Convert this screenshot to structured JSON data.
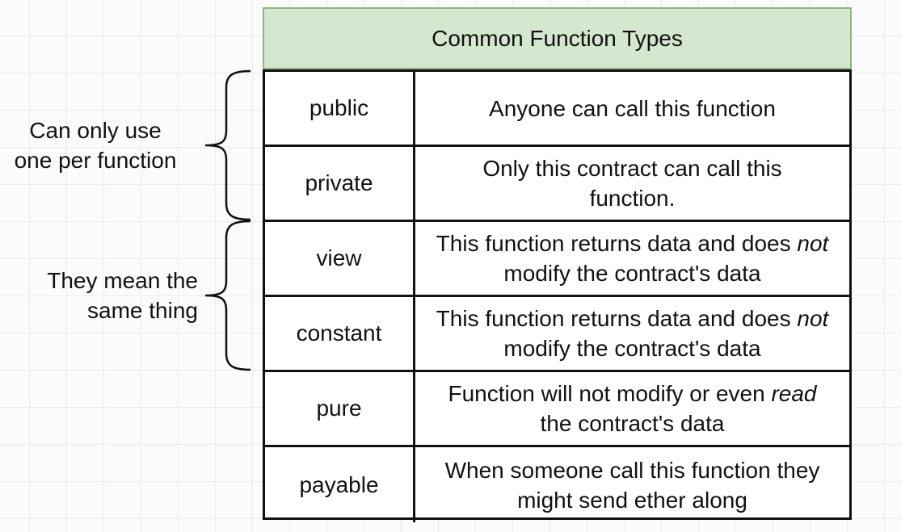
{
  "title": "Common Function Types",
  "rows": [
    {
      "type": "public",
      "desc_pre": "Anyone can call this function",
      "desc_em": "",
      "desc_post": ""
    },
    {
      "type": "private",
      "desc_pre": "Only this contract can call this function.",
      "desc_em": "",
      "desc_post": ""
    },
    {
      "type": "view",
      "desc_pre": "This function returns data and does ",
      "desc_em": "not",
      "desc_post": " modify the contract's data"
    },
    {
      "type": "constant",
      "desc_pre": "This function returns data and does ",
      "desc_em": "not",
      "desc_post": " modify the contract's data"
    },
    {
      "type": "pure",
      "desc_pre": "Function will not modify or even ",
      "desc_em": "read",
      "desc_post": " the contract's data"
    },
    {
      "type": "payable",
      "desc_pre": "When someone call this function they might send ether along",
      "desc_em": "",
      "desc_post": ""
    }
  ],
  "annotations": {
    "top_line1": "Can only use",
    "top_line2": "one per function",
    "bottom_line1": "They mean the",
    "bottom_line2": "same thing"
  }
}
